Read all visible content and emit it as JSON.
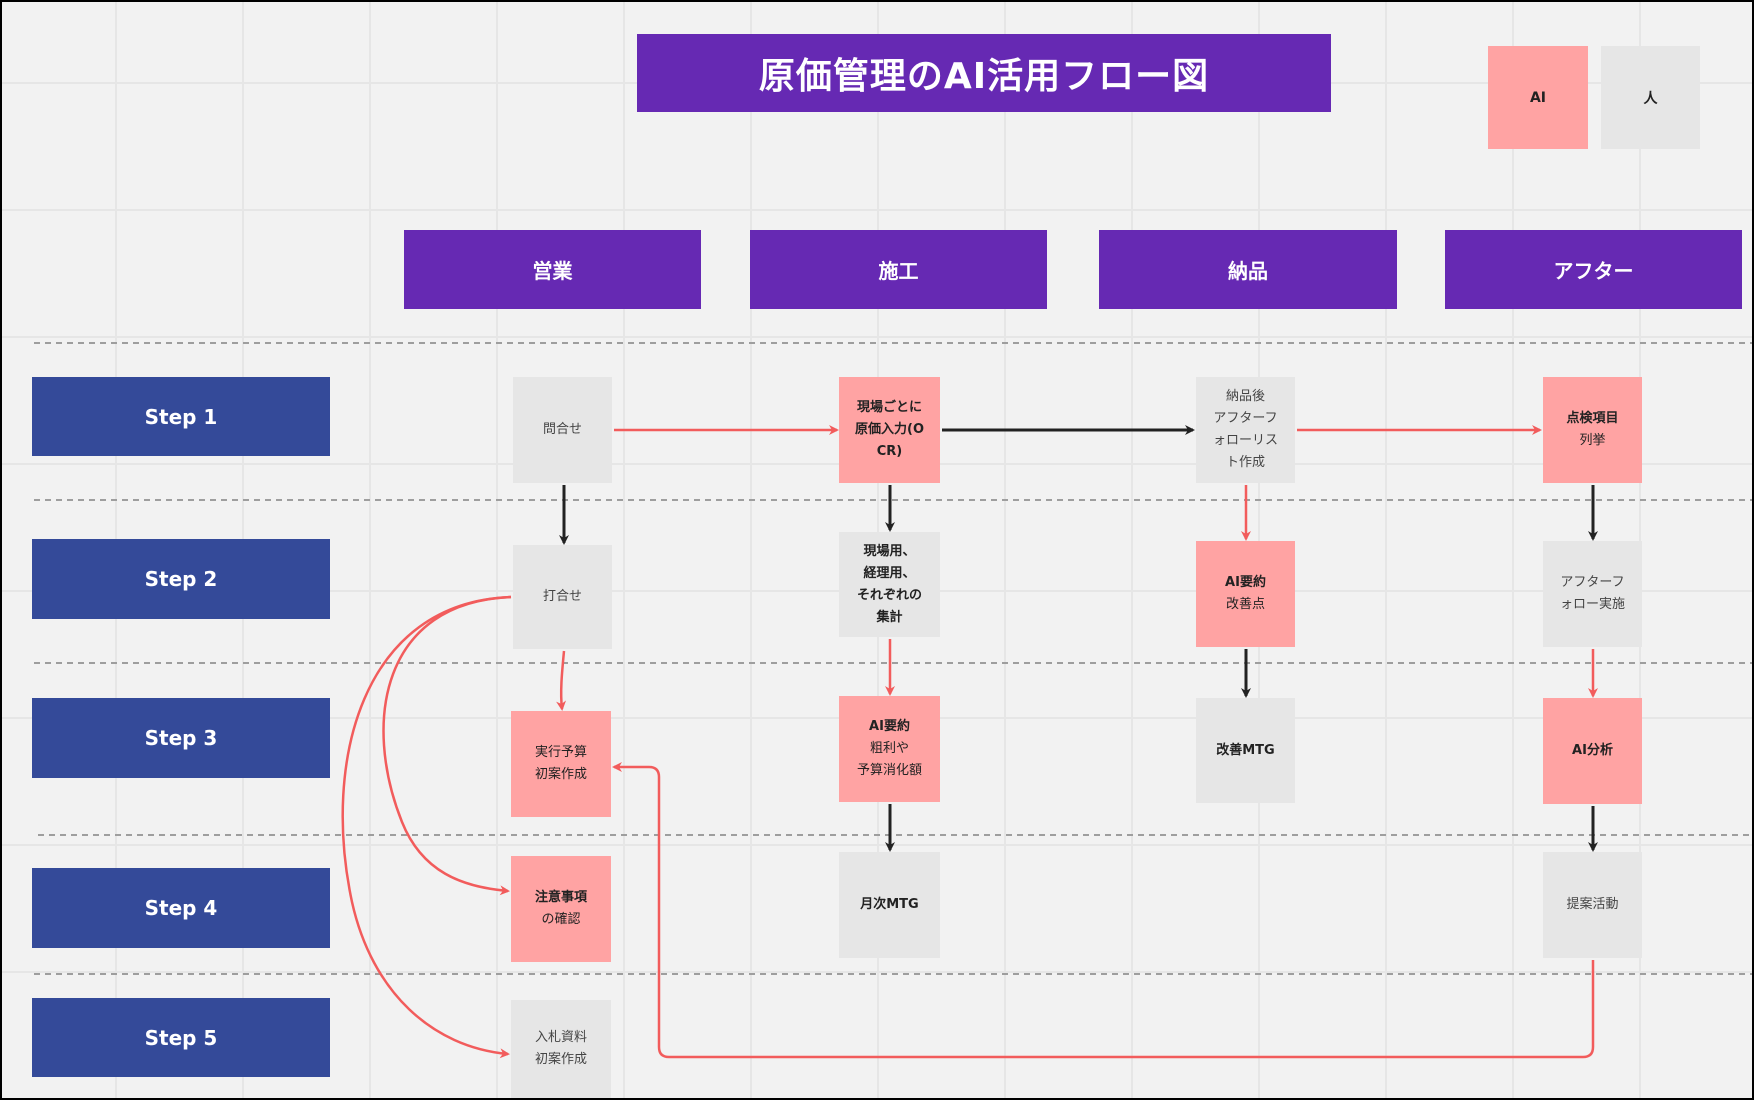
{
  "title": "原価管理のAI活用フロー図",
  "legend": {
    "ai_label": "AI",
    "human_label": "人"
  },
  "columns": [
    "営業",
    "施工",
    "納品",
    "アフター"
  ],
  "steps": [
    "Step 1",
    "Step 2",
    "Step 3",
    "Step 4",
    "Step 5"
  ],
  "colors": {
    "header_purple": "#6629b3",
    "step_blue": "#344a99",
    "ai_pink": "#ffa3a3",
    "human_gray": "#e6e6e6",
    "red_arrow": "#f25c5c",
    "black_arrow": "#222222"
  },
  "nodes": {
    "eigyo_1": {
      "type": "human",
      "lines": [
        "問合せ"
      ],
      "bold": false
    },
    "eigyo_2": {
      "type": "human",
      "lines": [
        "打合せ"
      ],
      "bold": false
    },
    "eigyo_3": {
      "type": "ai",
      "lines": [
        "実行予算",
        "初案作成"
      ],
      "bold": false
    },
    "eigyo_4": {
      "type": "ai",
      "lines": [
        "注意事項",
        "の確認"
      ],
      "bold_first": true
    },
    "eigyo_5": {
      "type": "human",
      "lines": [
        "入札資料",
        "初案作成"
      ],
      "bold": false
    },
    "seko_1": {
      "type": "ai",
      "lines": [
        "現場ごとに",
        "原価入力(O",
        "CR)"
      ],
      "bold": true
    },
    "seko_2": {
      "type": "human",
      "lines": [
        "現場用、",
        "経理用、",
        "それぞれの",
        "集計"
      ],
      "bold": true
    },
    "seko_3": {
      "type": "ai",
      "lines": [
        "AI要約",
        "粗利や",
        "予算消化額"
      ],
      "bold_first": true
    },
    "seko_4": {
      "type": "human",
      "lines": [
        "月次MTG"
      ],
      "bold": true
    },
    "nohin_1": {
      "type": "human",
      "lines": [
        "納品後",
        "アフターフ",
        "ォローリス",
        "ト作成"
      ],
      "bold": false
    },
    "nohin_2": {
      "type": "ai",
      "lines": [
        "AI要約",
        "改善点"
      ],
      "bold_first": true
    },
    "nohin_3": {
      "type": "human",
      "lines": [
        "改善MTG"
      ],
      "bold": true
    },
    "after_1": {
      "type": "ai",
      "lines": [
        "点検項目",
        "列挙"
      ],
      "bold_first": true
    },
    "after_2": {
      "type": "human",
      "lines": [
        "アフターフ",
        "ォロー実施"
      ],
      "bold": false
    },
    "after_3": {
      "type": "ai",
      "lines": [
        "AI分析"
      ],
      "bold": true
    },
    "after_4": {
      "type": "human",
      "lines": [
        "提案活動"
      ],
      "bold": false
    }
  },
  "connections": [
    {
      "from": "eigyo_1",
      "to": "seko_1",
      "color": "red"
    },
    {
      "from": "seko_1",
      "to": "nohin_1",
      "color": "black"
    },
    {
      "from": "nohin_1",
      "to": "after_1",
      "color": "red"
    },
    {
      "from": "eigyo_1",
      "to": "eigyo_2",
      "color": "black"
    },
    {
      "from": "eigyo_2",
      "to": "eigyo_3",
      "color": "red"
    },
    {
      "from": "eigyo_2",
      "to": "eigyo_4",
      "color": "red"
    },
    {
      "from": "eigyo_2",
      "to": "eigyo_5",
      "color": "red"
    },
    {
      "from": "seko_1",
      "to": "seko_2",
      "color": "black"
    },
    {
      "from": "seko_2",
      "to": "seko_3",
      "color": "red"
    },
    {
      "from": "seko_3",
      "to": "seko_4",
      "color": "black"
    },
    {
      "from": "nohin_1",
      "to": "nohin_2",
      "color": "red"
    },
    {
      "from": "nohin_2",
      "to": "nohin_3",
      "color": "black"
    },
    {
      "from": "after_1",
      "to": "after_2",
      "color": "black"
    },
    {
      "from": "after_2",
      "to": "after_3",
      "color": "red"
    },
    {
      "from": "after_3",
      "to": "after_4",
      "color": "black"
    },
    {
      "from": "after_4",
      "to": "eigyo_3",
      "color": "red"
    }
  ]
}
